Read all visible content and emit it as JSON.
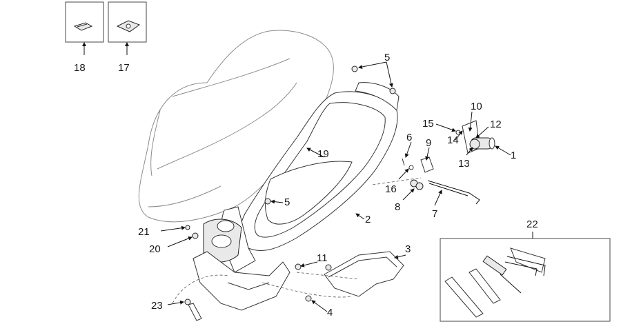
{
  "callouts": {
    "c1": "1",
    "c2": "2",
    "c3": "3",
    "c4": "4",
    "c5a": "5",
    "c5b": "5",
    "c6": "6",
    "c7": "7",
    "c8": "8",
    "c9": "9",
    "c10": "10",
    "c11": "11",
    "c12": "12",
    "c13": "13",
    "c14": "14",
    "c15": "15",
    "c16": "16",
    "c17": "17",
    "c18": "18",
    "c19": "19",
    "c20": "20",
    "c21": "21",
    "c22": "22",
    "c23": "23"
  },
  "colors": {
    "line": "#333333",
    "seat_outline": "#8c8c8c",
    "background": "#ffffff"
  }
}
